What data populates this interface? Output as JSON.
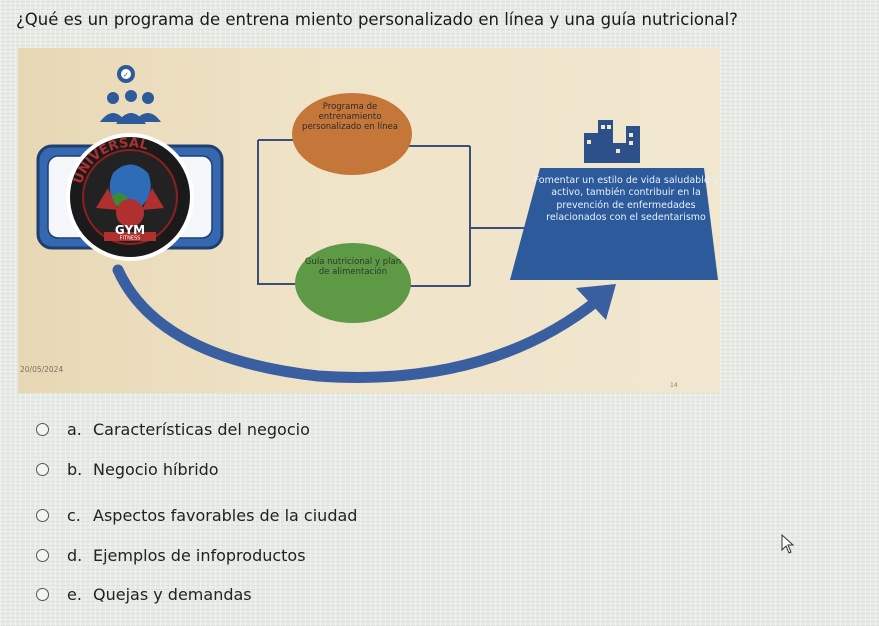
{
  "question": "¿Qué es un programa de entrena miento personalizado en línea y una guía nutricional?",
  "figure": {
    "logo": {
      "top_text": "UNIVERSAL",
      "main_text": "GYM",
      "sub_text": "FITNESS"
    },
    "oval_top": "Programa de entrenamiento personalizado en línea",
    "oval_bottom": "Guía nutricional y plan de alimentación",
    "box_text": "Fomentar un estilo de vida saludable y activo, también contribuir en la prevención de enfermedades relacionados con el sedentarismo",
    "date": "20/05/2024",
    "page_number": "14",
    "colors": {
      "accent_blue": "#2d5a9a",
      "oval_top": "#c5773a",
      "oval_bottom": "#5e9a45",
      "arc": "#3a5fa0",
      "figure_bg": "#ede2c8"
    },
    "icons": [
      "people-group-icon",
      "city-buildings-icon",
      "gym-logo-icon"
    ]
  },
  "options": [
    {
      "letter": "a.",
      "text": "Características del negocio"
    },
    {
      "letter": "b.",
      "text": "Negocio híbrido"
    },
    {
      "letter": "c.",
      "text": "Aspectos favorables de la ciudad"
    },
    {
      "letter": "d.",
      "text": "Ejemplos de infoproductos"
    },
    {
      "letter": "e.",
      "text": "Quejas y demandas"
    }
  ]
}
